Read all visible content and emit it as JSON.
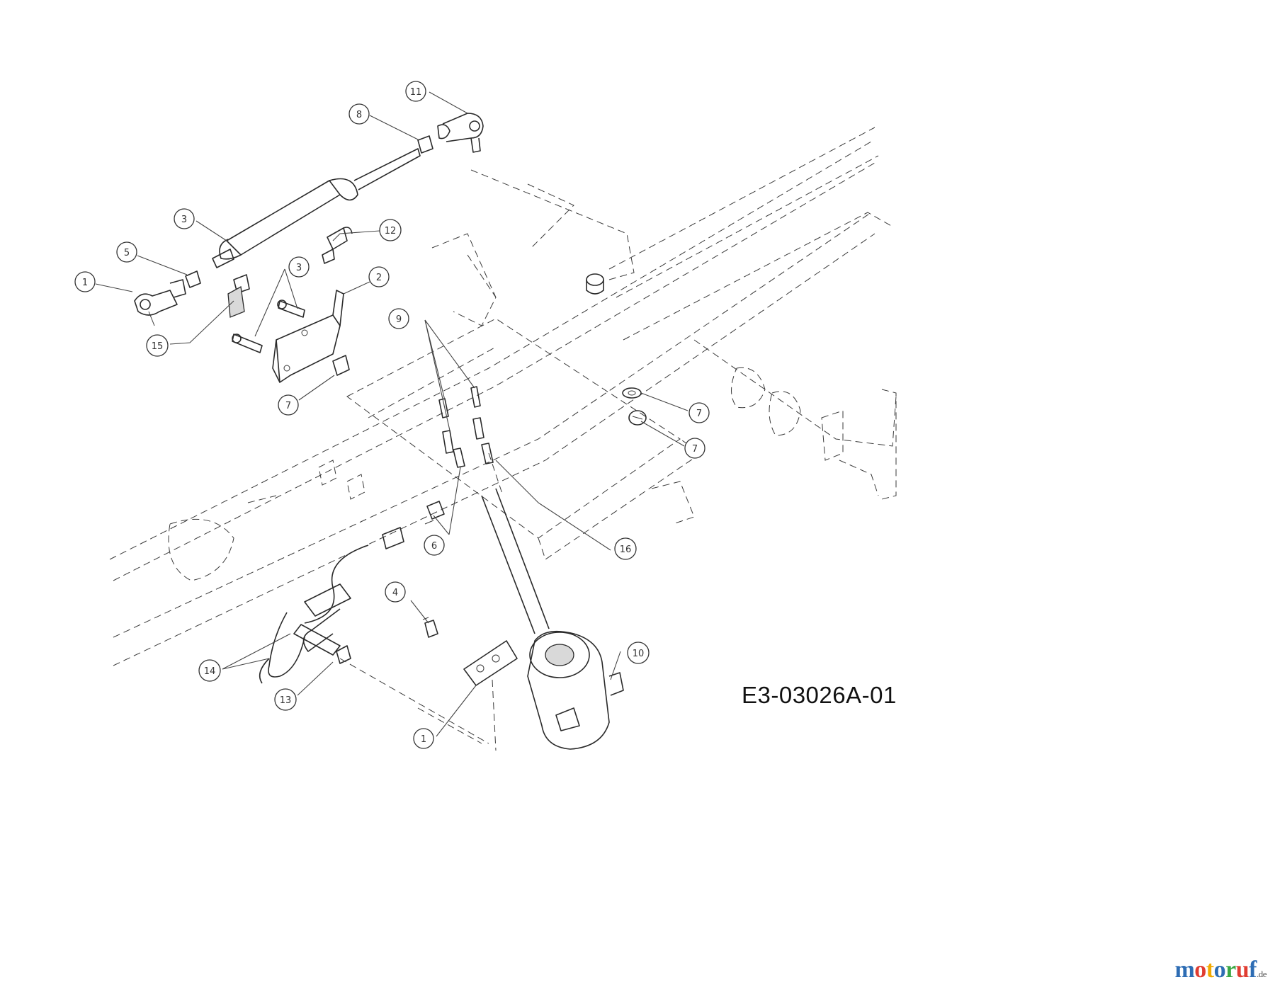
{
  "drawing_code": "E3-03026A-01",
  "watermark": {
    "letters": [
      "m",
      "o",
      "t",
      "o",
      "r",
      "u",
      "f"
    ],
    "letter_colors": [
      "#2e6db4",
      "#e03c31",
      "#f2a900",
      "#2e6db4",
      "#3aa845",
      "#e03c31",
      "#2e6db4"
    ],
    "tld": ".de"
  },
  "callouts": [
    "1",
    "5",
    "3",
    "8",
    "11",
    "12",
    "3",
    "2",
    "15",
    "7",
    "9",
    "7",
    "7",
    "6",
    "16",
    "4",
    "10",
    "14",
    "13",
    "1"
  ]
}
